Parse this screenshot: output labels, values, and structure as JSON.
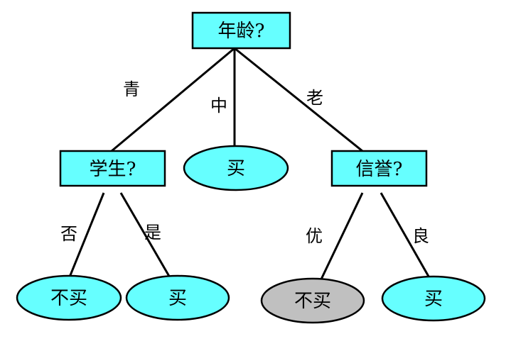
{
  "colors": {
    "node_fill": "#66ffff",
    "highlight_fill": "#c0c0c0",
    "line": "#000000"
  },
  "nodes": {
    "root": {
      "label": "年龄?",
      "shape": "rect"
    },
    "student": {
      "label": "学生?",
      "shape": "rect"
    },
    "credit": {
      "label": "信誉?",
      "shape": "rect"
    },
    "middle_leaf": {
      "label": "买",
      "shape": "ellipse"
    },
    "student_no_leaf": {
      "label": "不买",
      "shape": "ellipse"
    },
    "student_yes_leaf": {
      "label": "买",
      "shape": "ellipse"
    },
    "credit_excellent_leaf": {
      "label": "不买",
      "shape": "ellipse",
      "highlighted": true
    },
    "credit_good_leaf": {
      "label": "买",
      "shape": "ellipse"
    }
  },
  "edges": {
    "root_young": {
      "label": "青"
    },
    "root_middle": {
      "label": "中"
    },
    "root_old": {
      "label": "老"
    },
    "student_no": {
      "label": "否"
    },
    "student_yes": {
      "label": "是"
    },
    "credit_excellent": {
      "label": "优"
    },
    "credit_good": {
      "label": "良"
    }
  }
}
